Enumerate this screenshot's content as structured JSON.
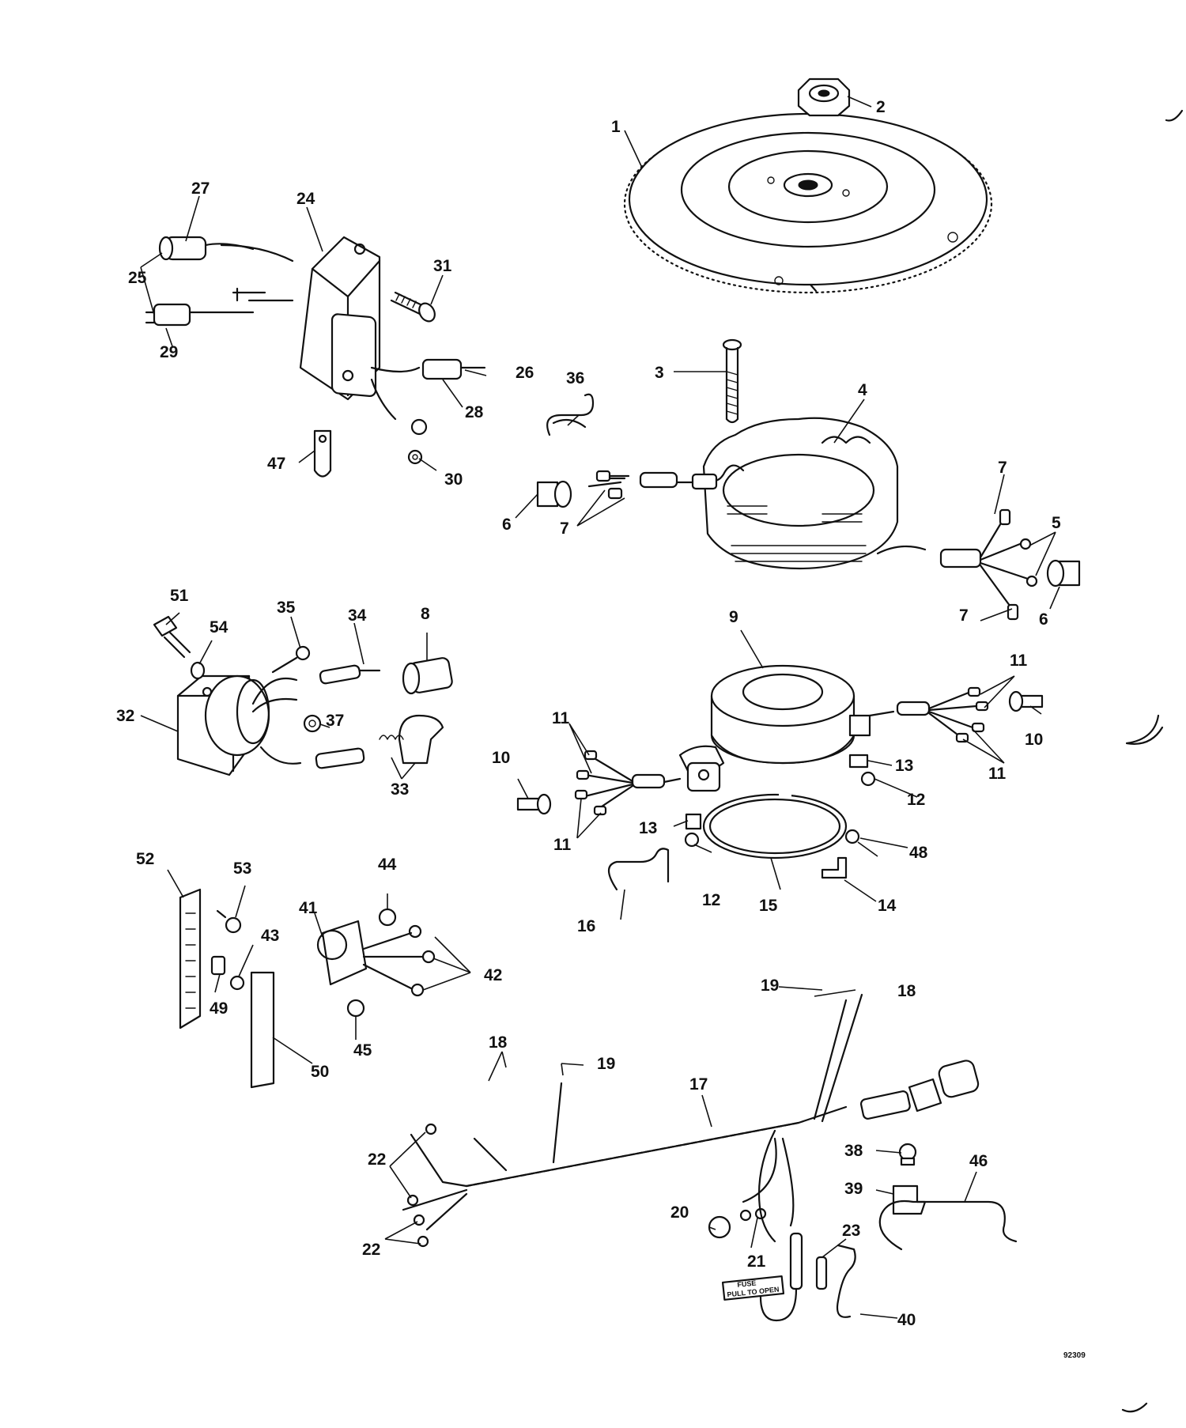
{
  "figure_number": "92309",
  "fuse_tag": {
    "line1": "FUSE",
    "line2": "PULL TO OPEN"
  },
  "callouts": [
    {
      "id": "c1",
      "text": "1"
    },
    {
      "id": "c2",
      "text": "2"
    },
    {
      "id": "c3",
      "text": "3"
    },
    {
      "id": "c4",
      "text": "4"
    },
    {
      "id": "c5",
      "text": "5"
    },
    {
      "id": "c6a",
      "text": "6"
    },
    {
      "id": "c6b",
      "text": "6"
    },
    {
      "id": "c7a",
      "text": "7"
    },
    {
      "id": "c7b",
      "text": "7"
    },
    {
      "id": "c7c",
      "text": "7"
    },
    {
      "id": "c8",
      "text": "8"
    },
    {
      "id": "c9",
      "text": "9"
    },
    {
      "id": "c10a",
      "text": "10"
    },
    {
      "id": "c10b",
      "text": "10"
    },
    {
      "id": "c11a",
      "text": "11"
    },
    {
      "id": "c11b",
      "text": "11"
    },
    {
      "id": "c11c",
      "text": "11"
    },
    {
      "id": "c11d",
      "text": "11"
    },
    {
      "id": "c12a",
      "text": "12"
    },
    {
      "id": "c12b",
      "text": "12"
    },
    {
      "id": "c13a",
      "text": "13"
    },
    {
      "id": "c13b",
      "text": "13"
    },
    {
      "id": "c14",
      "text": "14"
    },
    {
      "id": "c15",
      "text": "15"
    },
    {
      "id": "c16",
      "text": "16"
    },
    {
      "id": "c17",
      "text": "17"
    },
    {
      "id": "c18a",
      "text": "18"
    },
    {
      "id": "c18b",
      "text": "18"
    },
    {
      "id": "c19a",
      "text": "19"
    },
    {
      "id": "c19b",
      "text": "19"
    },
    {
      "id": "c20",
      "text": "20"
    },
    {
      "id": "c21",
      "text": "21"
    },
    {
      "id": "c22a",
      "text": "22"
    },
    {
      "id": "c22b",
      "text": "22"
    },
    {
      "id": "c23",
      "text": "23"
    },
    {
      "id": "c24",
      "text": "24"
    },
    {
      "id": "c25",
      "text": "25"
    },
    {
      "id": "c26",
      "text": "26"
    },
    {
      "id": "c27",
      "text": "27"
    },
    {
      "id": "c28",
      "text": "28"
    },
    {
      "id": "c29",
      "text": "29"
    },
    {
      "id": "c30",
      "text": "30"
    },
    {
      "id": "c31",
      "text": "31"
    },
    {
      "id": "c32",
      "text": "32"
    },
    {
      "id": "c33",
      "text": "33"
    },
    {
      "id": "c34",
      "text": "34"
    },
    {
      "id": "c35",
      "text": "35"
    },
    {
      "id": "c36",
      "text": "36"
    },
    {
      "id": "c37",
      "text": "37"
    },
    {
      "id": "c38",
      "text": "38"
    },
    {
      "id": "c39",
      "text": "39"
    },
    {
      "id": "c40",
      "text": "40"
    },
    {
      "id": "c41",
      "text": "41"
    },
    {
      "id": "c42",
      "text": "42"
    },
    {
      "id": "c43",
      "text": "43"
    },
    {
      "id": "c44",
      "text": "44"
    },
    {
      "id": "c45",
      "text": "45"
    },
    {
      "id": "c46",
      "text": "46"
    },
    {
      "id": "c47",
      "text": "47"
    },
    {
      "id": "c48",
      "text": "48"
    },
    {
      "id": "c49",
      "text": "49"
    },
    {
      "id": "c50",
      "text": "50"
    },
    {
      "id": "c51",
      "text": "51"
    },
    {
      "id": "c52",
      "text": "52"
    },
    {
      "id": "c53",
      "text": "53"
    },
    {
      "id": "c54",
      "text": "54"
    }
  ]
}
